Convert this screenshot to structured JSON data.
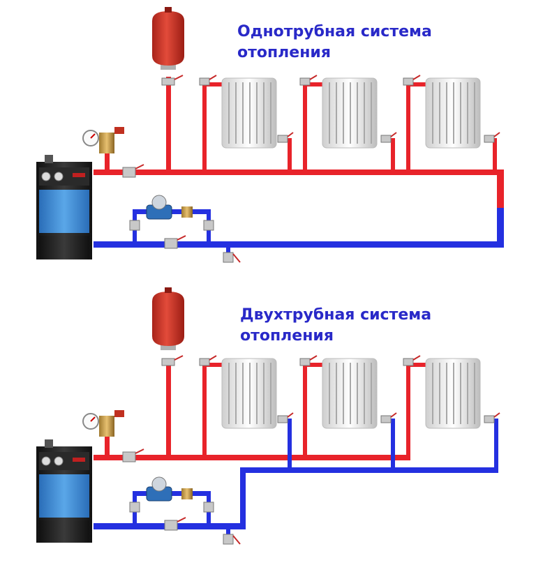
{
  "diagrams": [
    {
      "id": "one-pipe",
      "title_line1": "Однотрубная система",
      "title_line2": "отопления"
    },
    {
      "id": "two-pipe",
      "title_line1": "Двухтрубная система",
      "title_line2": "отопления"
    }
  ],
  "colors": {
    "supply_pipe": "#e8232a",
    "return_pipe": "#2430e0",
    "boiler_body": "#1e1e1e",
    "boiler_panel": "#3f8fd6",
    "expansion_tank": "#d43a2a",
    "radiator": "#e9e9e9",
    "title": "#2929c8"
  },
  "icons": {
    "boiler": "boiler-icon",
    "expansion_tank": "expansion-tank-icon",
    "radiator": "radiator-icon",
    "pump": "circulation-pump-icon",
    "valve": "valve-icon",
    "pressure_gauge": "pressure-gauge-icon"
  }
}
